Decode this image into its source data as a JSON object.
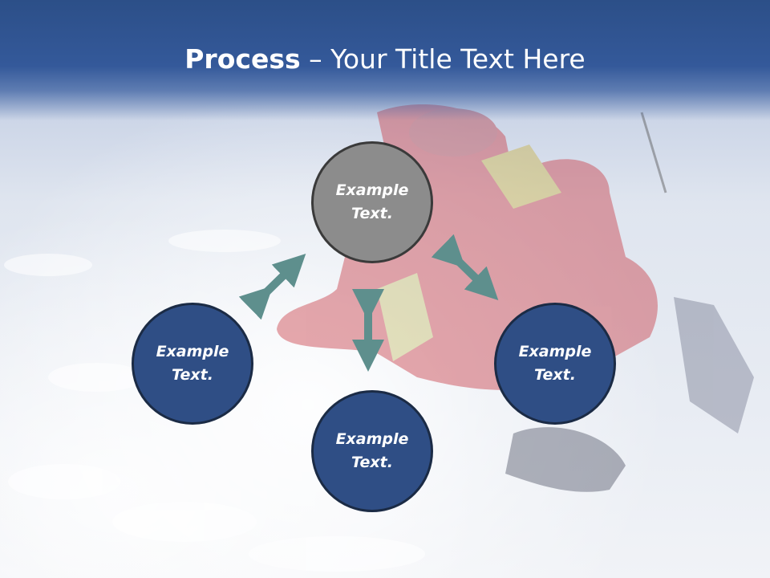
{
  "slide": {
    "title_bold": "Process",
    "title_rest": " – Your Title Text Here"
  },
  "nodes": {
    "top": {
      "line1": "Example",
      "line2": "Text."
    },
    "left": {
      "line1": "Example",
      "line2": "Text."
    },
    "bottom": {
      "line1": "Example",
      "line2": "Text."
    },
    "right": {
      "line1": "Example",
      "line2": "Text."
    }
  },
  "colors": {
    "header": "#2c4f88",
    "node_blue": "#2f4e85",
    "node_gray": "#8c8c8c",
    "arrow": "#5e8f8d"
  }
}
